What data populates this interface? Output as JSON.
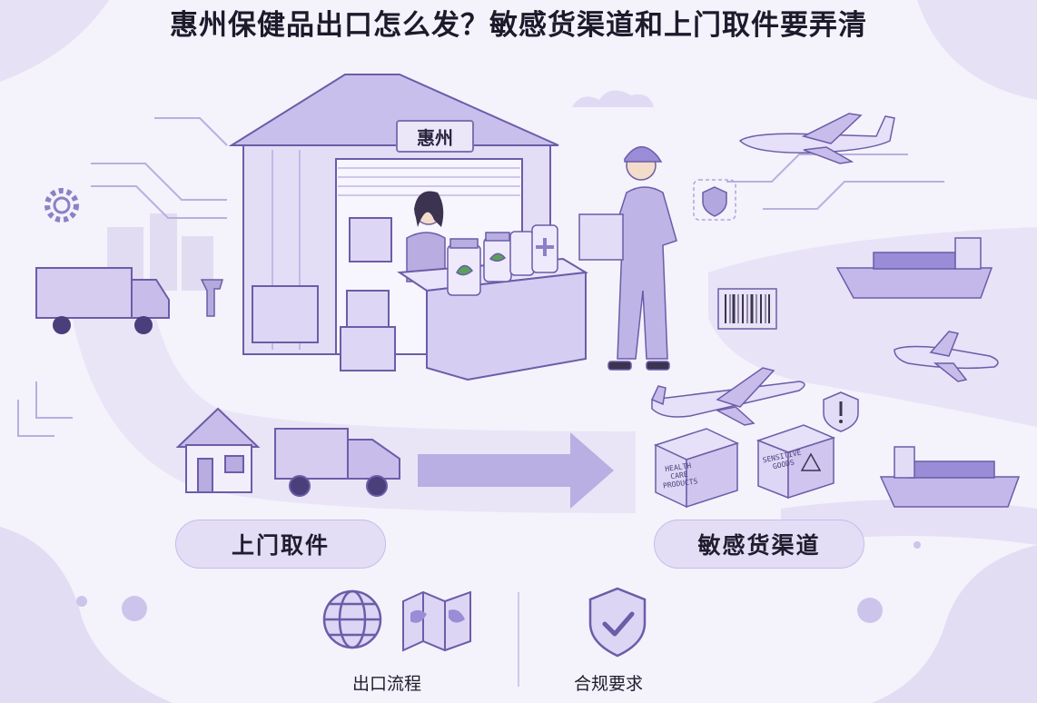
{
  "title": "惠州保健品出口怎么发？敏感货渠道和上门取件要弄清",
  "warehouse_sign": "惠州",
  "labels": {
    "pickup": "上门取件",
    "sensitive_channel": "敏感货渠道",
    "export_process": "出口流程",
    "compliance": "合规要求"
  },
  "box_labels": {
    "health": "HEALTH CARE PRODUCTS",
    "sensitive": "SENSITIVE GOODS"
  },
  "colors": {
    "background": "#f4f2fb",
    "accent": "#9a8cd6",
    "accent_dark": "#6b5da8",
    "pill_bg": "#e4ddf6",
    "text": "#1c1a2b"
  },
  "icons": [
    "globe-icon",
    "map-icon",
    "shield-check-icon",
    "gear-icon",
    "barcode-icon",
    "warning-icon"
  ]
}
